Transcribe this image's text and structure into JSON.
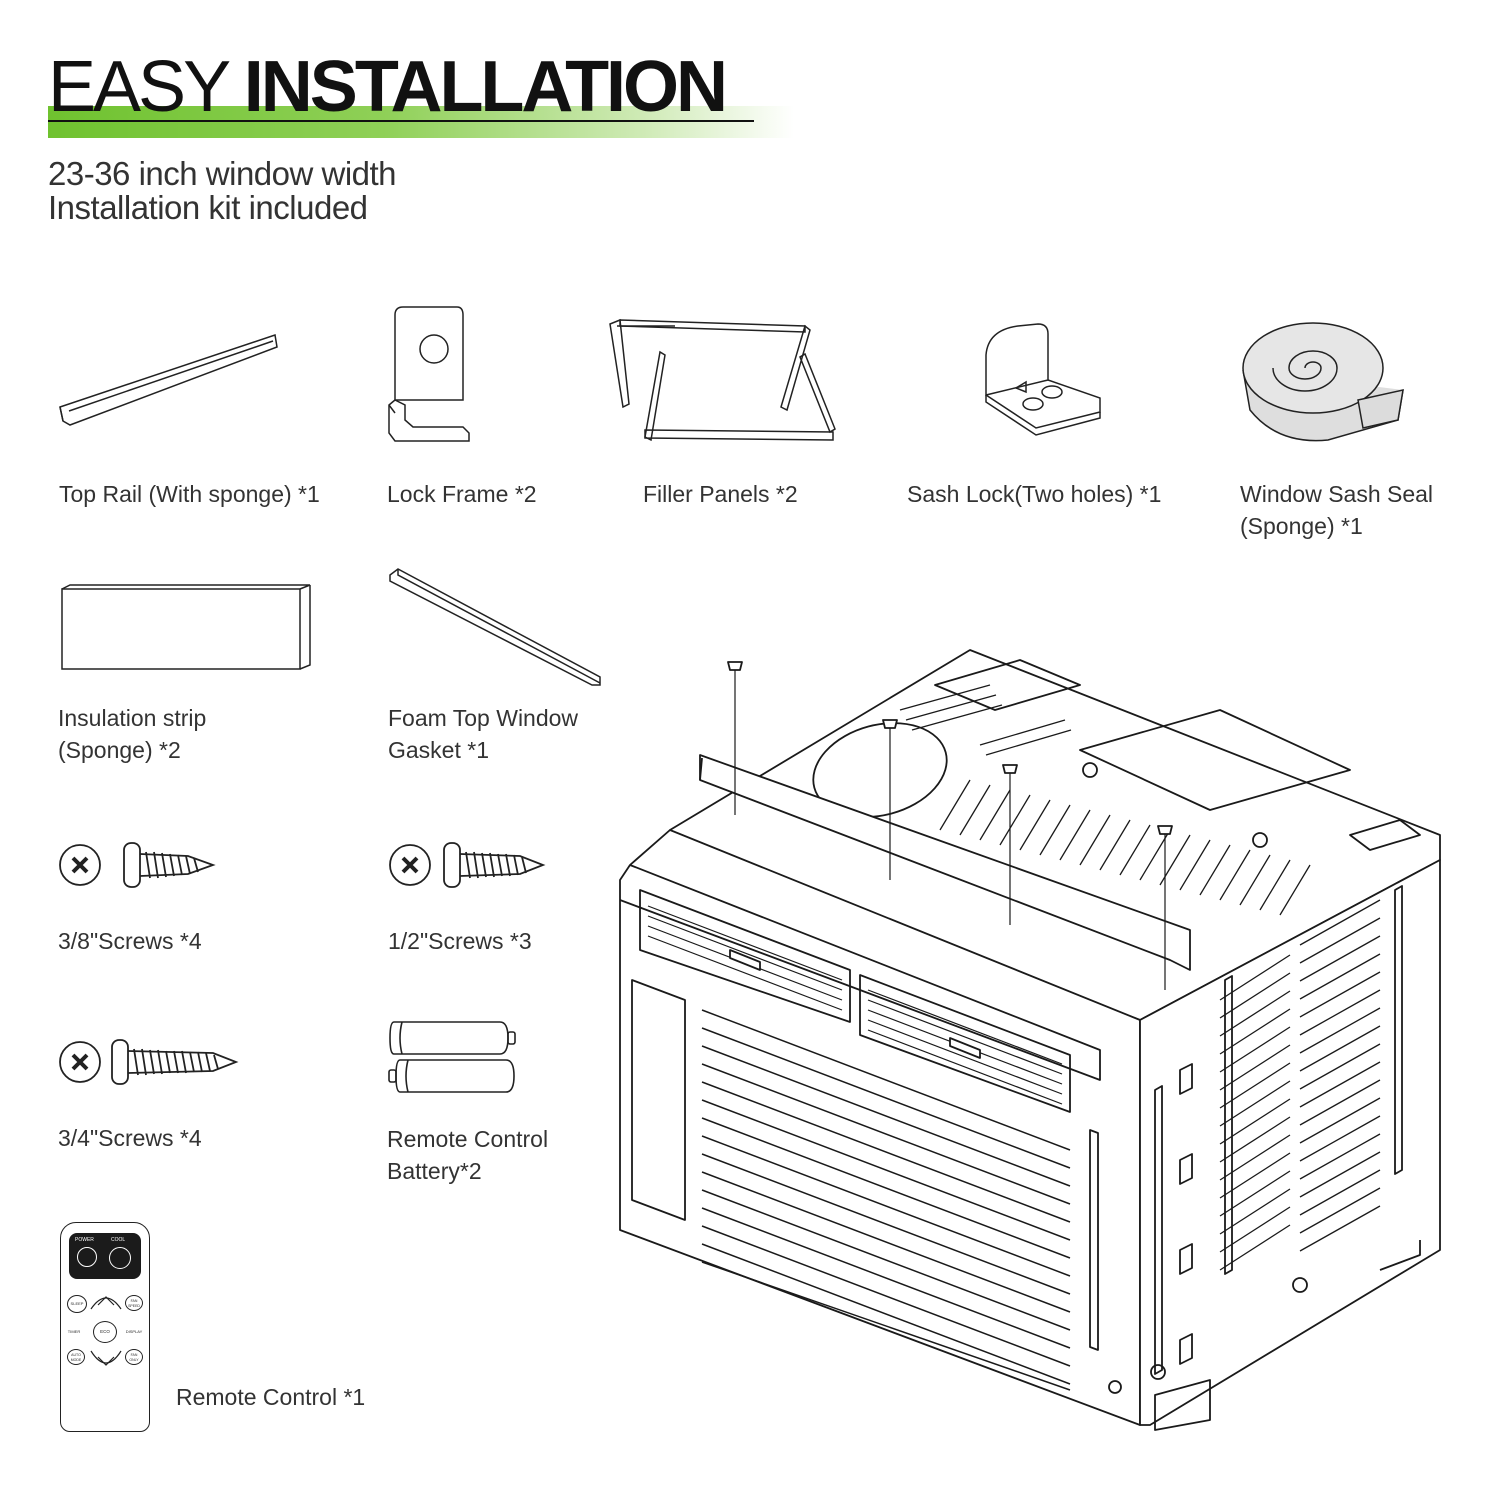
{
  "header": {
    "title_light": "EASY ",
    "title_bold": "INSTALLATION",
    "subtitle_line1": "23-36 inch window width",
    "subtitle_line2": "Installation kit included"
  },
  "items": {
    "top_rail": "Top Rail (With sponge) *1",
    "lock_frame": "Lock Frame *2",
    "filler_panels": "Filler Panels *2",
    "sash_lock": "Sash Lock(Two holes) *1",
    "window_sash_seal_line1": "Window Sash Seal",
    "window_sash_seal_line2": "(Sponge) *1",
    "insulation_strip_line1": "Insulation strip",
    "insulation_strip_line2": "(Sponge) *2",
    "foam_gasket_line1": "Foam Top Window",
    "foam_gasket_line2": "Gasket *1",
    "screws_3_8": "3/8\"Screws *4",
    "screws_1_2": "1/2\"Screws *3",
    "screws_3_4": "3/4\"Screws *4",
    "battery_line1": "Remote Control",
    "battery_line2": "Battery*2",
    "remote_control": "Remote Control *1"
  },
  "remote_buttons": {
    "power": "POWER",
    "cool": "COOL",
    "sleep": "SLEEP",
    "fan_speed": "FAN SPEED",
    "timer": "TIMER",
    "eco": "ECO",
    "display": "DISPLAY",
    "auto_mode": "AUTO MODE",
    "fan_only": "FAN ONLY"
  },
  "colors": {
    "accent_green": "#6fc22f",
    "ink": "#111111",
    "text": "#333333"
  }
}
